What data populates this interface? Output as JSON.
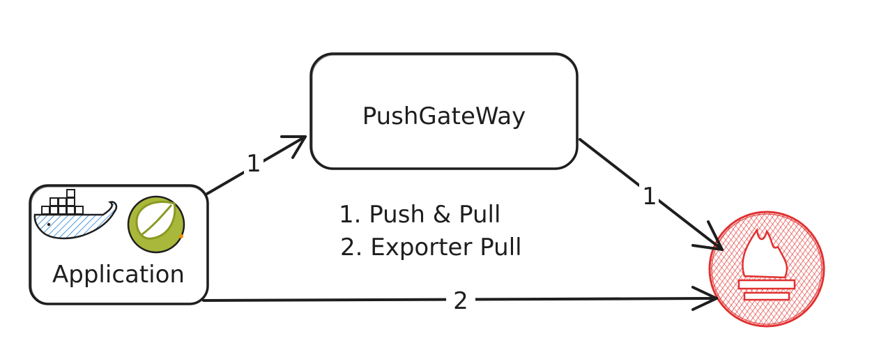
{
  "nodes": {
    "application": {
      "label": "Application"
    },
    "pushgateway": {
      "label": "PushGateWay"
    }
  },
  "edges": {
    "app_to_gateway": {
      "label": "1"
    },
    "gateway_to_prometheus": {
      "label": "1"
    },
    "app_to_prometheus": {
      "label": "2"
    }
  },
  "legend": {
    "line1": "1. Push & Pull",
    "line2": "2. Exporter Pull"
  },
  "icons": {
    "docker": "docker-whale-icon",
    "spring": "spring-leaf-icon",
    "prometheus": "prometheus-flame-icon"
  },
  "colors": {
    "stroke": "#1e1e1e",
    "docker": "#1c7ed6",
    "spring": "#a9b83a",
    "prometheus": "#e03131"
  }
}
